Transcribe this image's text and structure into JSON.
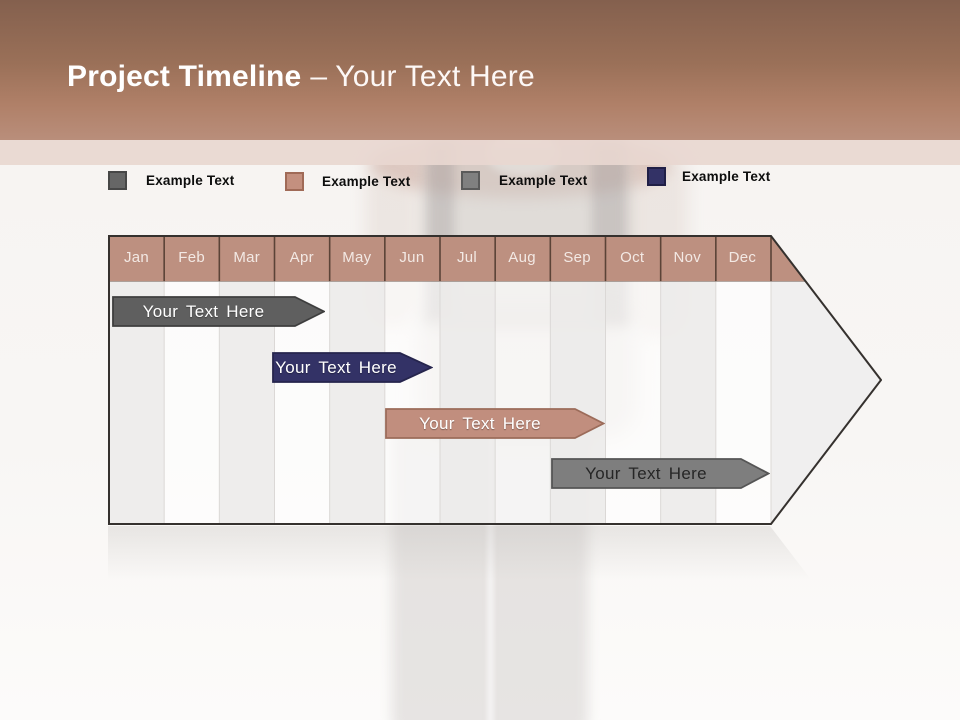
{
  "slide": {
    "title": {
      "bold": "Project Timeline",
      "rest": "– Your Text Here"
    }
  },
  "legend": {
    "items": [
      {
        "label": "Example Text",
        "color": "#666666"
      },
      {
        "label": "Example Text",
        "color": "#c4907f"
      },
      {
        "label": "Example Text",
        "color": "#808080"
      },
      {
        "label": "Example Text",
        "color": "#333266"
      }
    ]
  },
  "timeline": {
    "months": [
      "Jan",
      "Feb",
      "Mar",
      "Apr",
      "May",
      "Jun",
      "Jul",
      "Aug",
      "Sep",
      "Oct",
      "Nov",
      "Dec"
    ],
    "header_color": "#bd9080",
    "arrow_outline_color": "#35312e",
    "bars": [
      {
        "label": "Your Text Here",
        "color": "#5f5f5f",
        "text_color": "#ffffff",
        "row": 1,
        "start_month": "Jan",
        "end_month": "Mar"
      },
      {
        "label": "Your Text Here",
        "color": "#333266",
        "text_color": "#ffffff",
        "row": 2,
        "start_month": "Apr",
        "end_month": "May"
      },
      {
        "label": "Your Text Here",
        "color": "#c18e7e",
        "text_color": "#ffffff",
        "row": 3,
        "start_month": "Jun",
        "end_month": "Aug"
      },
      {
        "label": "Your Text Here",
        "color": "#7e7e7e",
        "text_color": "#262626",
        "row": 4,
        "start_month": "Sep",
        "end_month": "Nov"
      }
    ]
  }
}
